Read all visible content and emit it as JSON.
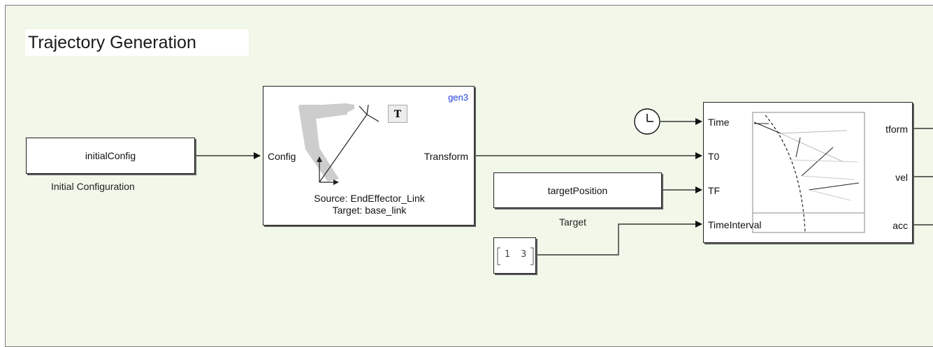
{
  "area": {
    "title": "Trajectory Generation"
  },
  "blocks": {
    "initial_config": {
      "text": "initialConfig",
      "caption": "Initial Configuration"
    },
    "transform": {
      "badge": "gen3",
      "t_badge": "T",
      "in_port": "Config",
      "out_port": "Transform",
      "source": "Source: EndEffector_Link",
      "target": "Target: base_link"
    },
    "target_position": {
      "text": "targetPosition",
      "caption": "Target"
    },
    "constant": {
      "value": "1  3"
    },
    "trajectory": {
      "in_ports": [
        "Time",
        "T0",
        "TF",
        "TimeInterval"
      ],
      "out_ports": [
        "tform",
        "vel",
        "acc"
      ]
    }
  },
  "colors": {
    "area_bg": "#f1f7e9",
    "badge": "#1f3fd6"
  },
  "icons": {
    "clock": "clock-icon",
    "robot": "robot-arm-icon",
    "traj": "trajectory-plot-icon"
  }
}
